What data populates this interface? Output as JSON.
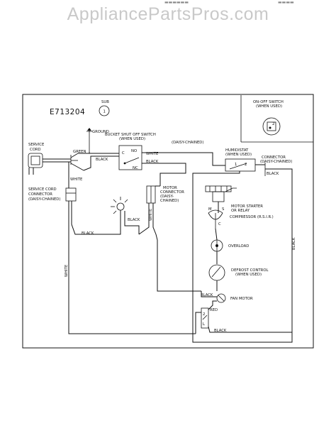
{
  "watermark": "AppliancePartsPros.com",
  "diagram": {
    "model_code": "E713204",
    "sub_label": "SUB",
    "sub_number": "1",
    "ground": "GROUND",
    "service_cord": [
      "SERVICE",
      "CORD"
    ],
    "green": "GREEN",
    "black": "BLACK",
    "white": "WHITE",
    "red": "RED",
    "bucket_switch": [
      "BUCKET SHUT OFF SWITCH",
      "(WHEN USED)"
    ],
    "daisy_top": "(DAISY-CHAINED)",
    "switch_c": "C",
    "switch_no": "NO",
    "switch_nc": "NC",
    "on_off_switch": [
      "ON-OFF SWITCH",
      "(WHEN USED)"
    ],
    "on_off_2": "2",
    "humidistat": [
      "HUMIDISTAT",
      "(WHEN USED)"
    ],
    "humid_1": "1",
    "humid_2": "2",
    "connector": [
      "CONNECTOR",
      "(DAISY-CHAINED)"
    ],
    "service_cord_connector": [
      "SERVICE CORD",
      "CONNECTOR",
      "(DAISY-CHAINED)"
    ],
    "motor_connector": [
      "MOTOR",
      "CONNECTOR",
      "(DAISY-",
      "CHAINED)"
    ],
    "motor_starter": [
      "MOTOR STARTER",
      "OR RELAY"
    ],
    "starter_m": "M",
    "starter_s": "S",
    "compressor": "COMPRESSOR (R.S.I.R.)",
    "compressor_c": "C",
    "overload": "OVERLOAD",
    "defrost_control": [
      "DEFROST CONTROL",
      "(WHEN USED)"
    ],
    "fan_motor": "FAN MOTOR",
    "fan_2": "2",
    "fan_l": "L"
  }
}
